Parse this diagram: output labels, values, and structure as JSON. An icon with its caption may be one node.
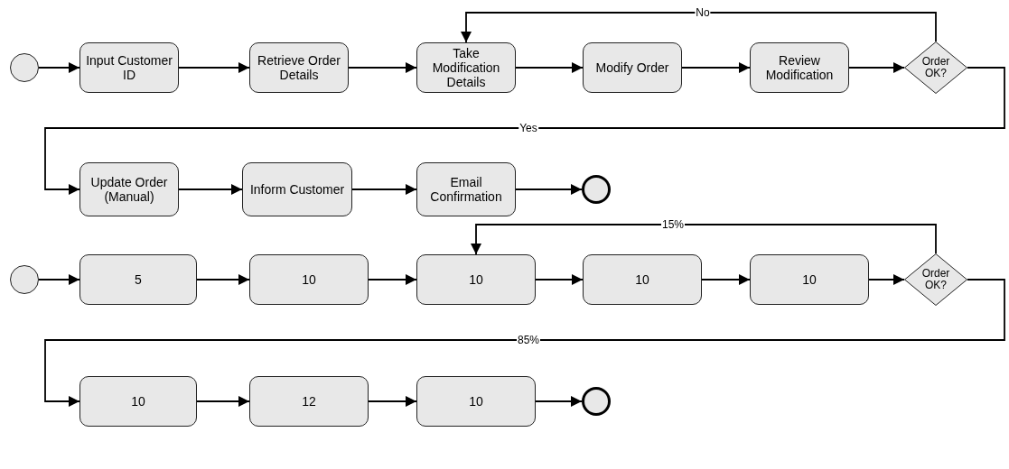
{
  "diagram": {
    "nodes": [
      {
        "text": [],
        "shape": "circle"
      },
      {
        "text": [
          "Input Customer ID"
        ]
      },
      {
        "text": [
          "Retrieve Order Details"
        ]
      },
      {
        "text": [
          "Take Modification Details"
        ]
      },
      {
        "text": [
          "Modify Order"
        ]
      },
      {
        "text": [
          "Review Modification"
        ]
      },
      {
        "text": [
          "Order OK?"
        ]
      },
      {
        "text": [
          "Update Order (Manual)"
        ]
      },
      {
        "text": [
          "Inform Customer"
        ]
      },
      {
        "text": [
          "Email Confirmation"
        ]
      },
      {
        "text": [],
        "shape": "circle"
      },
      {
        "text": [],
        "shape": "circle"
      },
      {
        "text": [
          "5"
        ]
      },
      {
        "text": [
          "10"
        ]
      },
      {
        "text": [
          "10"
        ]
      },
      {
        "text": [
          "10"
        ]
      },
      {
        "text": [
          "10"
        ]
      },
      {
        "text": [
          "Order OK?"
        ]
      },
      {
        "text": [
          "10"
        ]
      },
      {
        "text": [
          "12"
        ]
      },
      {
        "text": [
          "10"
        ]
      },
      {
        "text": [],
        "shape": "circle"
      }
    ],
    "edges": [
      {
        "from": 0,
        "to": 1,
        "arrow": "to"
      },
      {
        "from": 1,
        "to": 2,
        "arrow": "to"
      },
      {
        "from": 2,
        "to": 3,
        "arrow": "to"
      },
      {
        "from": 3,
        "to": 4,
        "arrow": "to"
      },
      {
        "from": 4,
        "to": 5,
        "arrow": "to"
      },
      {
        "from": 5,
        "to": 6,
        "arrow": "to"
      },
      {
        "from": 6,
        "to": 3,
        "arrow": "to",
        "label": "No"
      },
      {
        "from": 6,
        "to": 7,
        "arrow": "to",
        "label": "Yes"
      },
      {
        "from": 7,
        "to": 8,
        "arrow": "to"
      },
      {
        "from": 8,
        "to": 9,
        "arrow": "to"
      },
      {
        "from": 9,
        "to": 10,
        "arrow": "to"
      },
      {
        "from": 11,
        "to": 12,
        "arrow": "to"
      },
      {
        "from": 12,
        "to": 13,
        "arrow": "to"
      },
      {
        "from": 13,
        "to": 14,
        "arrow": "to"
      },
      {
        "from": 14,
        "to": 15,
        "arrow": "to"
      },
      {
        "from": 15,
        "to": 16,
        "arrow": "to"
      },
      {
        "from": 16,
        "to": 17,
        "arrow": "to"
      },
      {
        "from": 17,
        "to": 14,
        "arrow": "to",
        "label": "15%"
      },
      {
        "from": 17,
        "to": 18,
        "arrow": "to",
        "label": "85%"
      },
      {
        "from": 18,
        "to": 19,
        "arrow": "to"
      },
      {
        "from": 19,
        "to": 20,
        "arrow": "to"
      },
      {
        "from": 20,
        "to": 21,
        "arrow": "to"
      }
    ]
  }
}
